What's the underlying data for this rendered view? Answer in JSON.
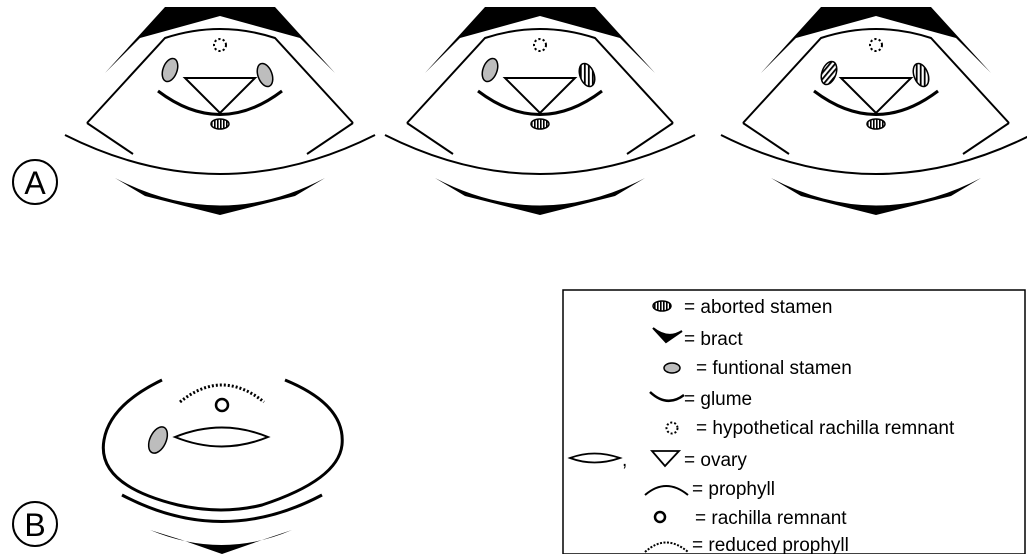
{
  "panels": {
    "a_label": "A",
    "b_label": "B"
  },
  "legend": {
    "items": [
      {
        "symbol": "aborted-stamen-icon",
        "text": "= aborted stamen"
      },
      {
        "symbol": "bract-icon",
        "text": "= bract"
      },
      {
        "symbol": "functional-stamen-icon",
        "text": "= funtional stamen"
      },
      {
        "symbol": "glume-icon",
        "text": "= glume"
      },
      {
        "symbol": "rachilla-remnant-hypothetical-icon",
        "text": "= hypothetical rachilla remnant"
      },
      {
        "symbol": "ovary-icon",
        "text": "= ovary"
      },
      {
        "symbol": "prophyll-icon",
        "text": "= prophyll"
      },
      {
        "symbol": "rachilla-remnant-icon",
        "text": "= rachilla remnant"
      },
      {
        "symbol": "reduced-prophyll-icon",
        "text": "= reduced prophyll"
      }
    ],
    "ovary_separator": ","
  },
  "colors": {
    "stroke": "#000000",
    "stamen_fill": "#bdbdbd",
    "black_fill": "#000000"
  }
}
